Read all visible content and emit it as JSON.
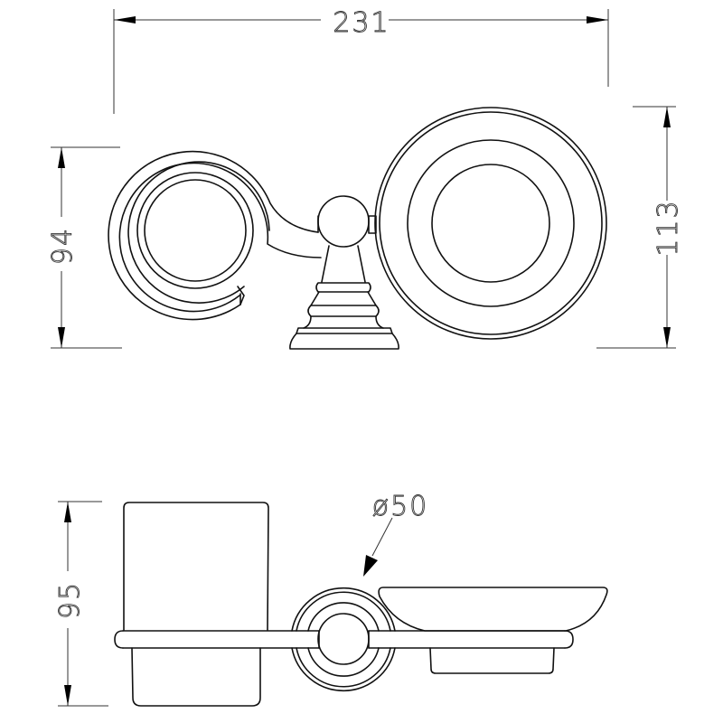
{
  "drawing": {
    "type": "technical-drawing",
    "subject": "bathroom tumbler holder and soap dish",
    "views": [
      "top-view",
      "front-view"
    ],
    "line_color": "#111111",
    "background": "#ffffff"
  },
  "dimensions": {
    "overall_width": "231",
    "top_view_left_height": "94",
    "top_view_right_height": "113",
    "front_view_height": "95",
    "rosette_diameter": "ø50"
  }
}
